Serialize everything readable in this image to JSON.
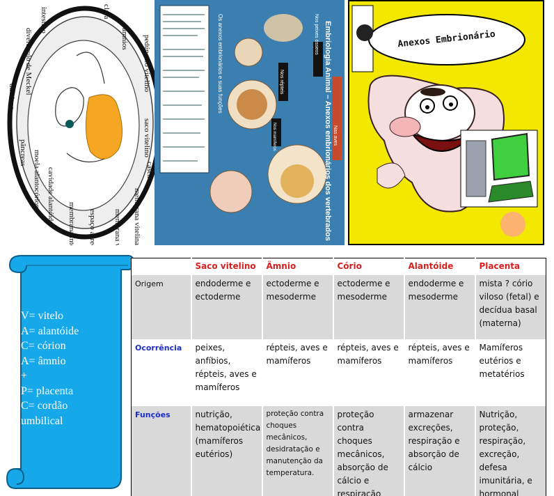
{
  "egg_diagram": {
    "labels": [
      "intestino",
      "divertículo de Meckel",
      "duodeno",
      "pâncreas",
      "clara",
      "âmnios",
      "pedúnculo vitelino",
      "saco vitelino",
      "casca",
      "membrana vitelina",
      "membrana vitelina interna",
      "espaço aéreo",
      "membrana interna",
      "cavidade alantóide",
      "moela alantocórion"
    ]
  },
  "poster": {
    "title": "Embriologia Animal – Anexos embrionários dos vertebrados",
    "subtitle": "Os anexos embrionários e suas funções",
    "sections": [
      "Nos peixes ósseos",
      "Nos répteis",
      "Nas aves",
      "Nos mamíferos"
    ]
  },
  "cartoon": {
    "banner": "Anexos Embrionário"
  },
  "legend": {
    "lines": [
      "V= vitelo",
      "A= alantóide",
      "C= córion",
      "A= âmnio",
      "+",
      "P= placenta",
      "C= cordão",
      "umbilical"
    ]
  },
  "table": {
    "headers": [
      "",
      "Saco vitelino",
      "Âmnio",
      "Cório",
      "Alantóide",
      "Placenta"
    ],
    "rows": [
      {
        "label": "Origem",
        "cells": [
          "endoderme e ectoderme",
          "ectoderme e mesoderme",
          "ectoderme e mesoderme",
          "endoderme e mesoderme",
          "mista ? cório viloso (fetal) e decídua basal (materna)"
        ]
      },
      {
        "label": "Ocorrência",
        "cells": [
          "peixes, anfíbios, répteis, aves e mamíferos",
          "répteis, aves e mamíferos",
          "répteis, aves e mamíferos",
          "répteis, aves e mamíferos",
          "Mamíferos eutérios e metatérios"
        ]
      },
      {
        "label": "Funções",
        "cells": [
          "nutrição, hematopoiética (mamíferos eutérios)",
          "proteção contra choques mecânicos, desidratação e manutenção da temperatura.",
          "proteção contra choques mecânicos, absorção de cálcio e respiração",
          "armazenar excreções, respiração e absorção de cálcio",
          "Nutrição, proteção, respiração, excreção, defesa imunitária, e hormonal"
        ]
      }
    ]
  },
  "colors": {
    "scroll_fill": "#16a8e8",
    "header_text": "#d62020",
    "row_label_blue": "#1a2fc8",
    "row_shade": "#d9d9d9",
    "cartoon_bg": "#f3e800"
  }
}
